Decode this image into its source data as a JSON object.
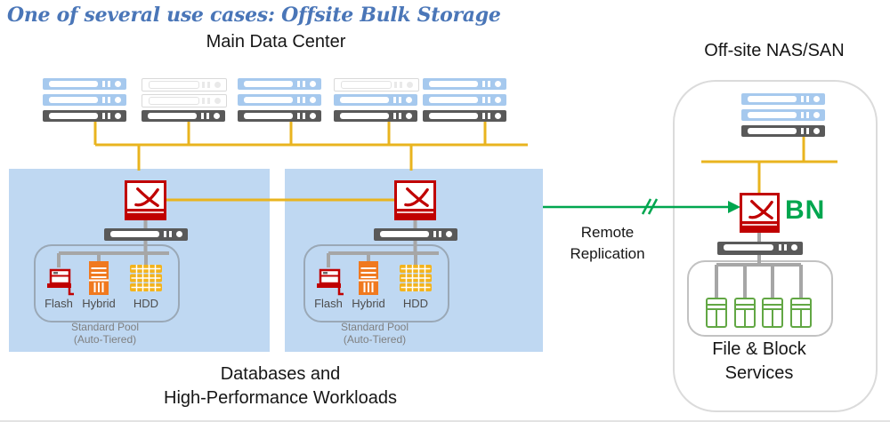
{
  "title": "One of several use cases: Offsite Bulk Storage",
  "headings": {
    "main_datacenter": "Main Data Center",
    "offsite": "Off-site NAS/SAN"
  },
  "captions": {
    "workloads": "Databases and\nHigh-Performance Workloads",
    "services": "File & Block\nServices",
    "replication": "Remote\nReplication"
  },
  "pool": {
    "tiers": [
      "Flash",
      "Hybrid",
      "HDD"
    ],
    "label": "Standard Pool\n(Auto-Tiered)"
  },
  "offsite_appliance": {
    "label": "BN"
  },
  "colors": {
    "title_blue": "#4A76B8",
    "zone_blue": "#BFD8F2",
    "server_blue": "#A6C9EE",
    "server_dark": "#595959",
    "network_orange": "#E9B41F",
    "connector_gray": "#A6A6A6",
    "appliance_red": "#C00000",
    "replication_green": "#00A64F",
    "storage_green": "#62A744",
    "hybrid_orange": "#F0791F",
    "hdd_gold": "#F3B31C"
  }
}
